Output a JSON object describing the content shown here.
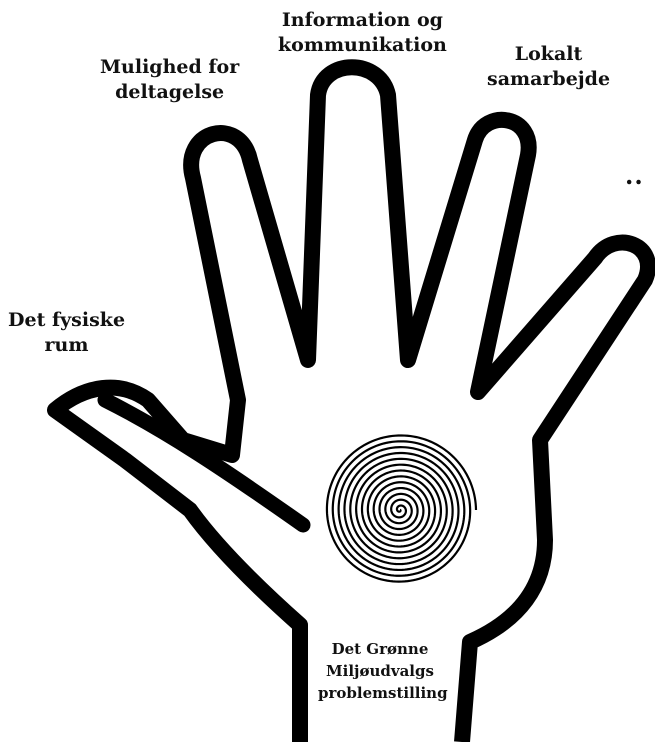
{
  "colors": {
    "ink": "#000000",
    "paper": "#ffffff"
  },
  "labels": {
    "thumb": [
      "Det fysiske",
      "rum"
    ],
    "index": [
      "Mulighed for",
      "deltagelse"
    ],
    "middle": [
      "Information og",
      "kommunikation"
    ],
    "ring": [
      "Lokalt",
      "samarbejde"
    ],
    "pinky": ".."
  },
  "palm_text": [
    "Det Grønne",
    "Miljøudvalgs",
    "problemstilling"
  ],
  "icons": {
    "palm_center": "spiral-icon"
  }
}
